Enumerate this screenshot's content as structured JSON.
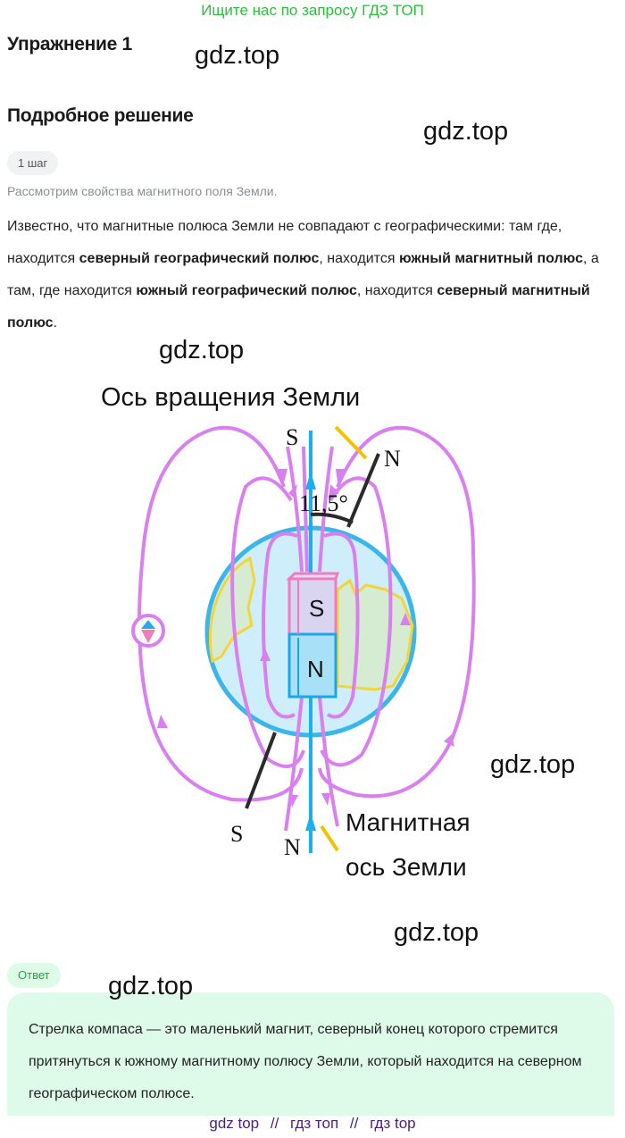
{
  "promo_banner": "Ищите нас по запросу ГДЗ ТОП",
  "exercise_title": "Упражнение 1",
  "solution_title": "Подробное решение",
  "step_badge": "1 шаг",
  "intro_text": "Рассмотрим свойства магнитного поля Земли.",
  "paragraph": {
    "p1": "Известно, что магнитные полюса Земли не совпадают с географическими: там где, находится ",
    "b1": "северный географический полюс",
    "p2": ", находится ",
    "b2": "южный магнитный полюс",
    "p3": ", а там, где находится ",
    "b3": "южный географический полюс",
    "p4": ", находится ",
    "b4": "северный магнитный полюс",
    "p5": "."
  },
  "watermarks": [
    "gdz.top",
    "gdz.top",
    "gdz.top",
    "gdz.top",
    "gdz.top",
    "gdz.top"
  ],
  "diagram": {
    "title": "Ось вращения Земли",
    "label_top_s": "S",
    "label_top_n": "N",
    "angle": "11,5°",
    "magnet_s": "S",
    "magnet_n": "N",
    "label_bottom_s": "S",
    "label_bottom_n": "N",
    "magnetic_axis_line1": "Магнитная",
    "magnetic_axis_line2": "ось Земли",
    "colors": {
      "field_lines": "#d97ff0",
      "axis": "#1ab0ef",
      "earth_fill": "#cfeefb",
      "earth_stroke": "#3bb5ea",
      "land_fill": "#d6ecd2",
      "land_stroke": "#f3d43a",
      "magnet_s_fill": "#d9d4ef",
      "magnet_s_stroke": "#f07bc0",
      "magnet_n_fill": "#a8e1f7",
      "magnet_n_stroke": "#1aa7ea",
      "tilt_axis": "#2a2a2a",
      "marker": "#f2c200"
    }
  },
  "answer_badge": "Ответ",
  "answer_text": "Стрелка компаса — это маленький магнит, северный конец которого стремится притянуться к южному магнитному полюсу Земли, который находится на северном географическом полюсе.",
  "footer": {
    "item1": "gdz top",
    "sep1": "//",
    "item2": "гдз топ",
    "sep2": "//",
    "item3": "гдз top"
  }
}
